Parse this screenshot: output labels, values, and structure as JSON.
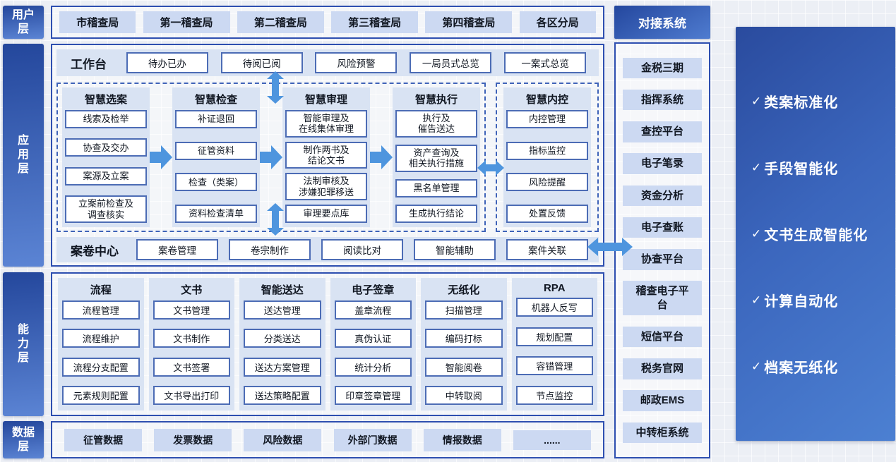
{
  "layers": {
    "user": {
      "label": "用户层",
      "items": [
        "市稽查局",
        "第一稽查局",
        "第二稽查局",
        "第三稽查局",
        "第四稽查局",
        "各区分局"
      ]
    },
    "app": {
      "label": "应用层",
      "workbench": {
        "label": "工作台",
        "items": [
          "待办已办",
          "待阅已阅",
          "风险预警",
          "一局员式总览",
          "一案式总览"
        ]
      },
      "smart_columns": [
        {
          "title": "智慧选案",
          "items": [
            "线索及检举",
            "协查及交办",
            "案源及立案",
            "立案前检查及\n调查核实"
          ]
        },
        {
          "title": "智慧检查",
          "items": [
            "补证退回",
            "征管资料",
            "检查（类案）",
            "资料检查清单"
          ]
        },
        {
          "title": "智慧审理",
          "items": [
            "智能审理及\n在线集体审理",
            "制作两书及\n结论文书",
            "法制审核及\n涉嫌犯罪移送",
            "审理要点库"
          ]
        },
        {
          "title": "智慧执行",
          "items": [
            "执行及\n催告送达",
            "资产查询及\n相关执行措施",
            "黑名单管理",
            "生成执行结论"
          ]
        }
      ],
      "internal_control": {
        "title": "智慧内控",
        "items": [
          "内控管理",
          "指标监控",
          "风险提醒",
          "处置反馈"
        ]
      },
      "case_center": {
        "label": "案卷中心",
        "items": [
          "案卷管理",
          "卷宗制作",
          "阅读比对",
          "智能辅助",
          "案件关联"
        ]
      }
    },
    "capability": {
      "label": "能力层",
      "columns": [
        {
          "title": "流程",
          "items": [
            "流程管理",
            "流程维护",
            "流程分支配置",
            "元素规则配置"
          ]
        },
        {
          "title": "文书",
          "items": [
            "文书管理",
            "文书制作",
            "文书签署",
            "文书导出打印"
          ]
        },
        {
          "title": "智能送达",
          "items": [
            "送达管理",
            "分类送达",
            "送达方案管理",
            "送达策略配置"
          ]
        },
        {
          "title": "电子签章",
          "items": [
            "盖章流程",
            "真伪认证",
            "统计分析",
            "印章签章管理"
          ]
        },
        {
          "title": "无纸化",
          "items": [
            "扫描管理",
            "编码打标",
            "智能阅卷",
            "中转取阅"
          ]
        },
        {
          "title": "RPA",
          "items": [
            "机器人反写",
            "规划配置",
            "容错管理",
            "节点监控"
          ]
        }
      ]
    },
    "data": {
      "label": "数据层",
      "items": [
        "征管数据",
        "发票数据",
        "风险数据",
        "外部门数据",
        "情报数据",
        "......"
      ]
    }
  },
  "integration": {
    "title": "对接系统",
    "items": [
      "金税三期",
      "指挥系统",
      "查控平台",
      "电子笔录",
      "资金分析",
      "电子查账",
      "协查平台",
      "稽查电子平台",
      "短信平台",
      "税务官网",
      "邮政EMS",
      "中转柜系统"
    ]
  },
  "highlights": {
    "check": "✓",
    "items": [
      "类案标准化",
      "手段智能化",
      "文书生成智能化",
      "计算自动化",
      "档案无纸化"
    ]
  },
  "colors": {
    "outer_border": "#2e4fb0",
    "item_border": "#4c6cb5",
    "chip_bg": "#ccd9f2",
    "panel_bg": "#d9e3f3",
    "arrow": "#4e95de",
    "rail_gradient_start": "#24479c",
    "rail_gradient_end": "#5b84d4"
  }
}
